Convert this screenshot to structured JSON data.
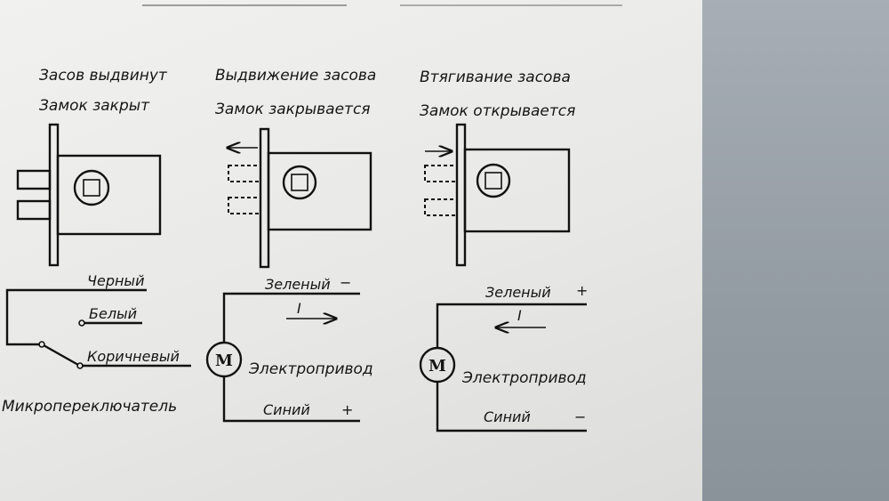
{
  "panels": [
    {
      "caption_1": "Засов выдвинут",
      "caption_2": "Замок закрыт"
    },
    {
      "caption_1": "Выдвижение засова",
      "caption_2": "Замок закрывается"
    },
    {
      "caption_1": "Втягивание засова",
      "caption_2": "Замок открывается"
    }
  ],
  "switch_circuit": {
    "wire_black": "Черный",
    "wire_white": "Белый",
    "wire_brown": "Коричневый",
    "label": "Микропереключатель"
  },
  "motor_extend": {
    "motor_symbol": "M",
    "current_symbol": "I",
    "wire_top": "Зеленый",
    "polarity_top": "−",
    "wire_bottom": "Синий",
    "polarity_bottom": "+",
    "label": "Электропривод"
  },
  "motor_retract": {
    "motor_symbol": "M",
    "current_symbol": "I",
    "wire_top": "Зеленый",
    "polarity_top": "+",
    "wire_bottom": "Синий",
    "polarity_bottom": "−",
    "label": "Электропривод"
  }
}
